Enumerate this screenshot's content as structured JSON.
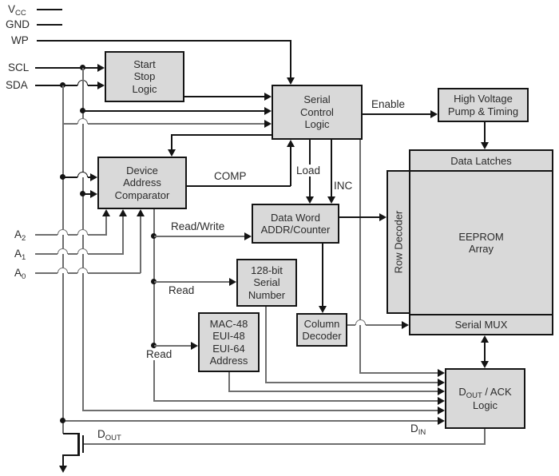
{
  "pins": {
    "vcc": {
      "base": "V",
      "sub": "CC"
    },
    "gnd": {
      "label": "GND"
    },
    "wp": {
      "label": "WP"
    },
    "scl": {
      "label": "SCL"
    },
    "sda": {
      "label": "SDA"
    },
    "a2": {
      "base": "A",
      "sub": "2"
    },
    "a1": {
      "base": "A",
      "sub": "1"
    },
    "a0": {
      "base": "A",
      "sub": "0"
    },
    "din": {
      "base": "D",
      "sub": "IN"
    },
    "dout": {
      "base": "D",
      "sub": "OUT"
    }
  },
  "blocks": {
    "start_stop": [
      "Start",
      "Stop",
      "Logic"
    ],
    "serial_control": [
      "Serial",
      "Control",
      "Logic"
    ],
    "hv_pump": [
      "High Voltage",
      "Pump & Timing"
    ],
    "data_latches": [
      "Data Latches"
    ],
    "row_decoder": [
      "Row Decoder"
    ],
    "eeprom": [
      "EEPROM",
      "Array"
    ],
    "serial_mux": [
      "Serial MUX"
    ],
    "device_addr_comparator": [
      "Device",
      "Address",
      "Comparator"
    ],
    "data_word": [
      "Data Word",
      "ADDR/Counter"
    ],
    "serial_number": [
      "128-bit",
      "Serial",
      "Number"
    ],
    "mac": [
      "MAC-48",
      "EUI-48",
      "EUI-64",
      "Address"
    ],
    "column_decoder": [
      "Column",
      "Decoder"
    ],
    "dout_ack": {
      "pre": "D",
      "sub": "OUT",
      "post": " / ACK",
      "line2": "Logic"
    }
  },
  "signals": {
    "comp": "COMP",
    "load": "Load",
    "inc": "INC",
    "enable": "Enable",
    "read_write": "Read/Write",
    "read_serial": "Read",
    "read_mac": "Read"
  },
  "colors": {
    "block_fill": "#d9d9d9",
    "line_black": "#141414",
    "line_gray": "#6e6e6e",
    "background": "#ffffff"
  }
}
